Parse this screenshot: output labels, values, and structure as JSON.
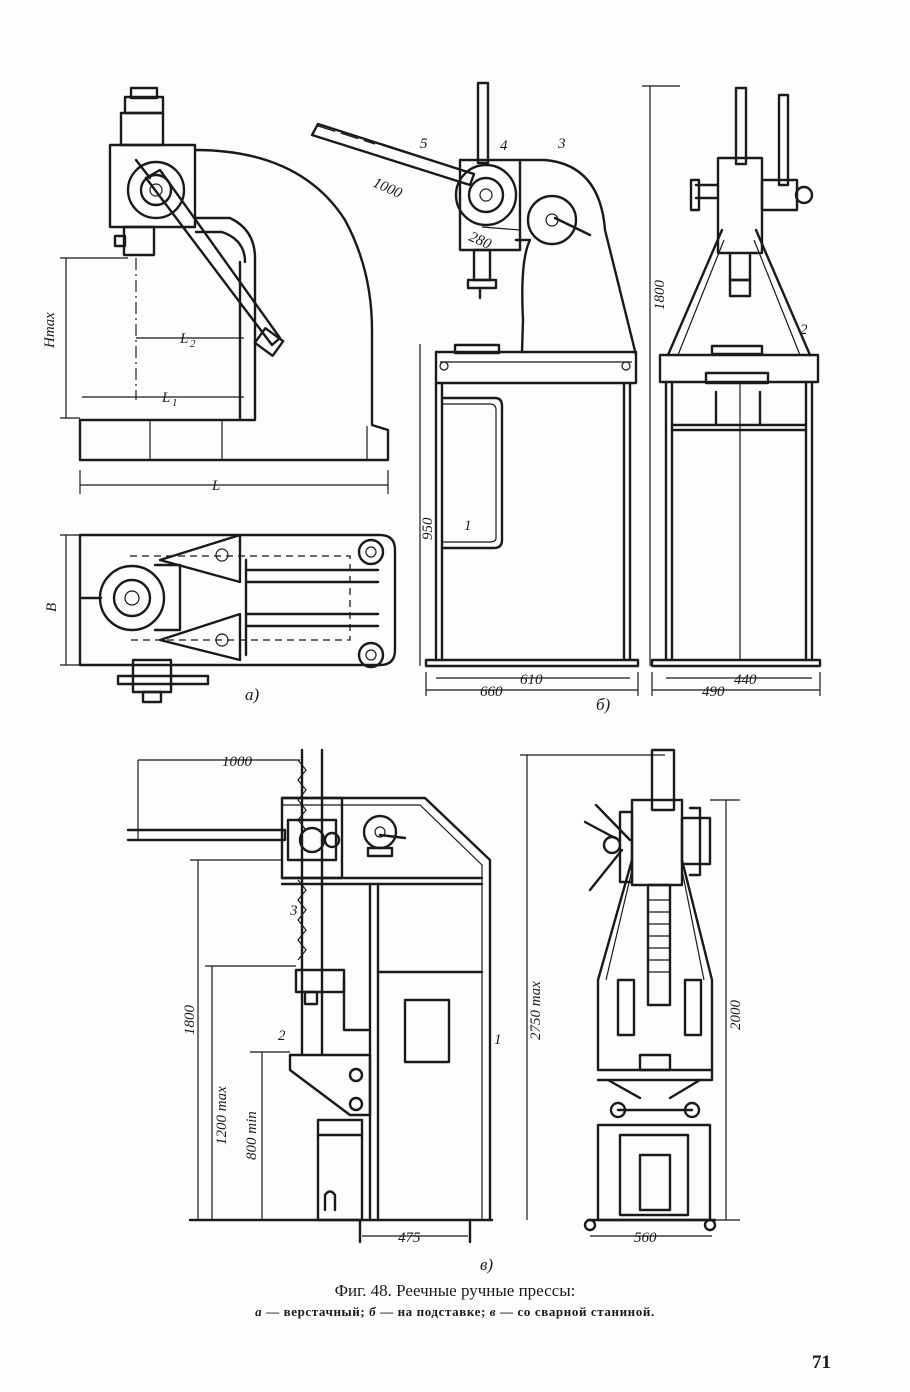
{
  "figure": {
    "title": "Фиг. 48. Реечные ручные прессы:",
    "legend": [
      {
        "letter": "а",
        "text": "верстачный;"
      },
      {
        "letter": "б",
        "text": "на подставке;"
      },
      {
        "letter": "в",
        "text": "со сварной станиной."
      }
    ],
    "panel_labels": {
      "a": "а)",
      "b": "б)",
      "v": "в)"
    }
  },
  "page_number": "71",
  "dimensions": {
    "a": {
      "h_max": "Hmax",
      "l2": "L",
      "l2_sub": "2",
      "l1": "L",
      "l1_sub": "1",
      "l": "L",
      "b": "B"
    },
    "b": {
      "lever": "1000",
      "offset": "280",
      "height": "1800",
      "stand": "950",
      "width_outer": "660",
      "width_inner": "610",
      "side_outer": "490",
      "side_inner": "440"
    },
    "v": {
      "lever": "1000",
      "total": "1800",
      "max_work": "1200 max",
      "min_work": "800 min",
      "base": "475",
      "overall": "2750 max",
      "frame": "2000",
      "side_base": "560"
    }
  },
  "callouts": {
    "b": [
      "5",
      "4",
      "3",
      "1",
      "2"
    ],
    "v": [
      "3",
      "2",
      "1"
    ]
  }
}
